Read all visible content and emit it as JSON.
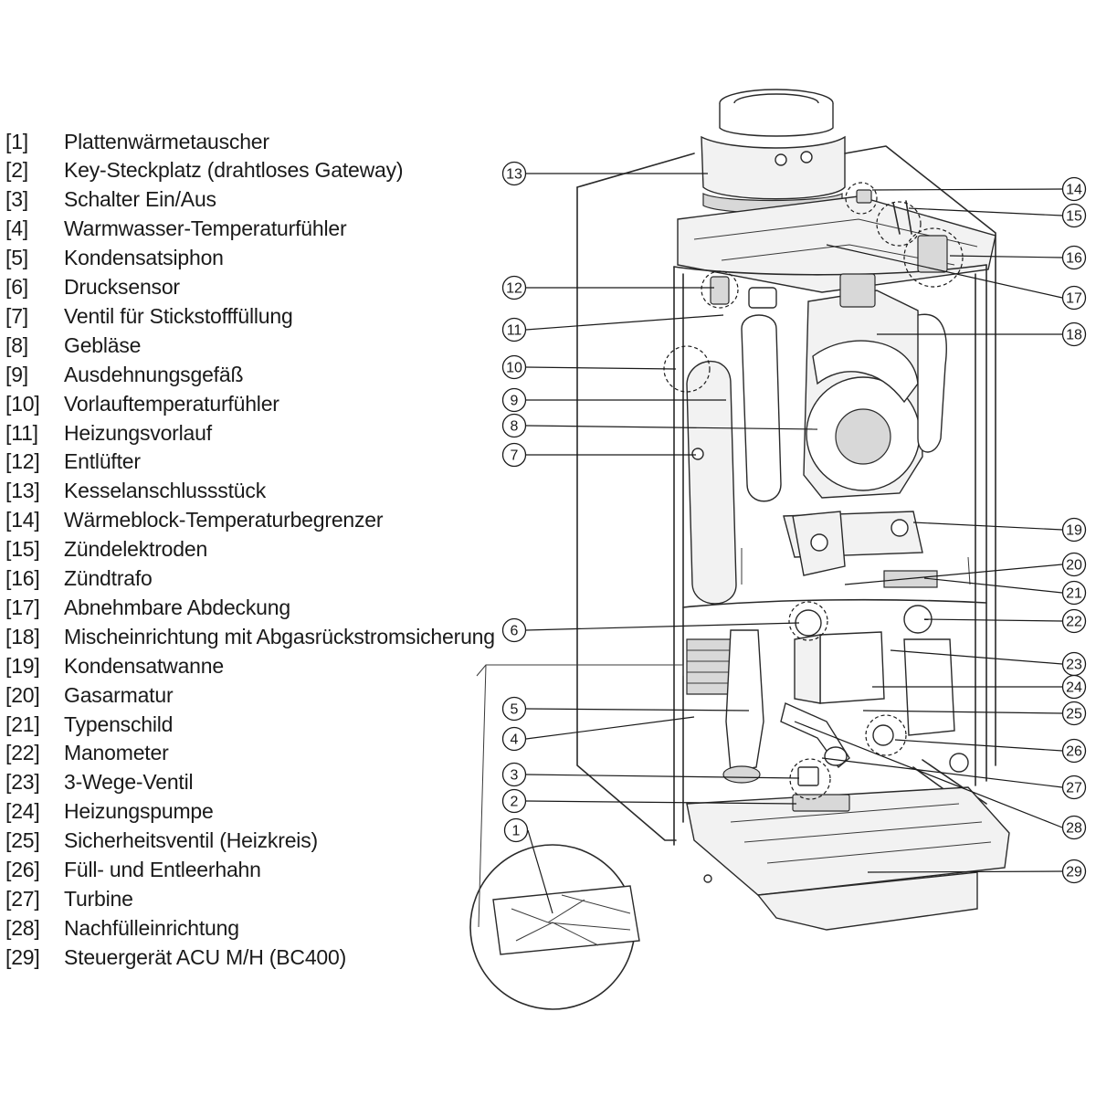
{
  "legend": [
    {
      "num": "[1]",
      "label": "Plattenwärmetauscher"
    },
    {
      "num": "[2]",
      "label": "Key-Steckplatz (drahtloses Gateway)"
    },
    {
      "num": "[3]",
      "label": "Schalter Ein/Aus"
    },
    {
      "num": "[4]",
      "label": "Warmwasser-Temperaturfühler"
    },
    {
      "num": "[5]",
      "label": "Kondensatsiphon"
    },
    {
      "num": "[6]",
      "label": "Drucksensor"
    },
    {
      "num": "[7]",
      "label": "Ventil für Stickstofffüllung"
    },
    {
      "num": "[8]",
      "label": "Gebläse"
    },
    {
      "num": "[9]",
      "label": "Ausdehnungsgefäß"
    },
    {
      "num": "[10]",
      "label": "Vorlauftemperaturfühler"
    },
    {
      "num": "[11]",
      "label": "Heizungsvorlauf"
    },
    {
      "num": "[12]",
      "label": "Entlüfter"
    },
    {
      "num": "[13]",
      "label": "Kesselanschlussstück"
    },
    {
      "num": "[14]",
      "label": "Wärmeblock-Temperaturbegrenzer"
    },
    {
      "num": "[15]",
      "label": "Zündelektroden"
    },
    {
      "num": "[16]",
      "label": "Zündtrafo"
    },
    {
      "num": "[17]",
      "label": "Abnehmbare Abdeckung"
    },
    {
      "num": "[18]",
      "label": "Mischeinrichtung mit Abgasrückstromsicherung"
    },
    {
      "num": "[19]",
      "label": "Kondensatwanne"
    },
    {
      "num": "[20]",
      "label": "Gasarmatur"
    },
    {
      "num": "[21]",
      "label": "Typenschild"
    },
    {
      "num": "[22]",
      "label": "Manometer"
    },
    {
      "num": "[23]",
      "label": "3-Wege-Ventil"
    },
    {
      "num": "[24]",
      "label": "Heizungspumpe"
    },
    {
      "num": "[25]",
      "label": "Sicherheitsventil (Heizkreis)"
    },
    {
      "num": "[26]",
      "label": "Füll- und Entleerhahn"
    },
    {
      "num": "[27]",
      "label": "Turbine"
    },
    {
      "num": "[28]",
      "label": "Nachfülleinrichtung"
    },
    {
      "num": "[29]",
      "label": "Steuergerät ACU M/H (BC400)"
    }
  ],
  "callouts": [
    "1",
    "2",
    "3",
    "4",
    "5",
    "6",
    "7",
    "8",
    "9",
    "10",
    "11",
    "12",
    "13",
    "14",
    "15",
    "16",
    "17",
    "18",
    "19",
    "20",
    "21",
    "22",
    "23",
    "24",
    "25",
    "26",
    "27",
    "28",
    "29"
  ]
}
